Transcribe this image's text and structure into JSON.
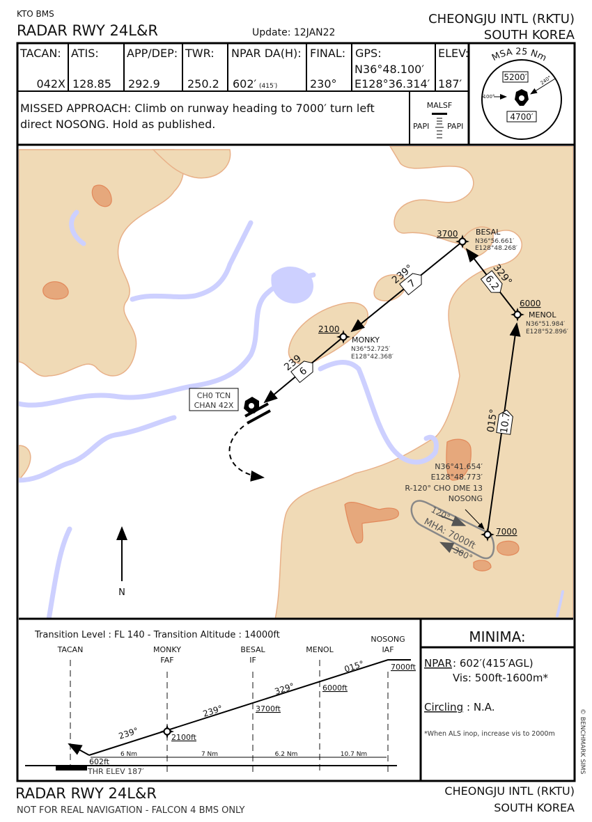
{
  "header": {
    "publisher": "KTO BMS",
    "procedure": "RADAR RWY 24L&R",
    "update": "Update: 12JAN22",
    "airport": "CHEONGJU INTL (RKTU)",
    "country": "SOUTH KOREA"
  },
  "info": [
    {
      "label": "TACAN:",
      "value": "042X"
    },
    {
      "label": "ATIS:",
      "value": "128.85"
    },
    {
      "label": "APP/DEP:",
      "value": "292.9"
    },
    {
      "label": "TWR:",
      "value": "250.2"
    },
    {
      "label": "NPAR DA(H):",
      "value": "602′",
      "sub": "(415′)"
    },
    {
      "label": "FINAL:",
      "value": "230°"
    },
    {
      "label": "GPS:",
      "value": "N36°48.100′",
      "value2": "E128°36.314′"
    },
    {
      "label": "ELEV:",
      "value": "187′"
    }
  ],
  "missed_approach": {
    "line1": "MISSED APPROACH: Climb on runway heading to 7000′ turn left",
    "line2": "direct NOSONG. Hold as published."
  },
  "lighting": {
    "approach": "MALSF",
    "left": "PAPI",
    "right": "PAPI"
  },
  "msa": {
    "title": "MSA 25 Nm",
    "north_alt": "5200′",
    "south_alt": "4700′",
    "bearing_left": "100°",
    "bearing_right": "240°"
  },
  "map": {
    "colors": {
      "terrain": "#f0dab6",
      "high_terrain": "#e6a87c",
      "water": "#cdd0ff"
    },
    "fixes": [
      {
        "name": "BESAL",
        "lat": "N36°56.661′",
        "lon": "E128°48.268′",
        "alt": "3700"
      },
      {
        "name": "MONKY",
        "lat": "N36°52.725′",
        "lon": "E128°42.368′",
        "alt": "2100"
      },
      {
        "name": "MENOL",
        "lat": "N36°51.984′",
        "lon": "E128°52.896′",
        "alt": "6000"
      },
      {
        "name": "NOSONG",
        "lat": "N36°41.654′",
        "lon": "E128°48.773′",
        "radial": "R-120° CHO DME 13",
        "alt": "7000"
      }
    ],
    "legs": [
      {
        "course": "239°",
        "dist": "7"
      },
      {
        "course": "239",
        "dist": "6"
      },
      {
        "course": "329°",
        "dist": "6.2"
      },
      {
        "course": "015°",
        "dist": "10.7"
      }
    ],
    "tacan": {
      "line1": "CH0 TCN",
      "line2": "CHAN 42X"
    },
    "holding": {
      "inbound": "120°",
      "outbound": "300°",
      "mha": "MHA: 7000ft"
    },
    "north": "N"
  },
  "profile": {
    "transition": "Transition Level : FL 140  -  Transition Altitude : 14000ft",
    "fixes": [
      {
        "name": "TACAN",
        "role": ""
      },
      {
        "name": "MONKY",
        "role": "FAF"
      },
      {
        "name": "BESAL",
        "role": "IF"
      },
      {
        "name": "MENOL",
        "role": ""
      },
      {
        "name": "NOSONG",
        "role": "IAF"
      }
    ],
    "altitudes": [
      "602ft",
      "2100ft",
      "3700ft",
      "6000ft",
      "7000ft"
    ],
    "courses": [
      "239°",
      "239°",
      "329°",
      "015°"
    ],
    "distances": [
      "6 Nm",
      "7 Nm",
      "6.2 Nm",
      "10.7 Nm"
    ],
    "thr_elev": "THR ELEV 187′"
  },
  "minima": {
    "title": "MINIMA:",
    "npar_label": "NPAR",
    "npar_value": ": 602′(415′AGL)",
    "vis": "Vis: 500ft-1600m*",
    "circling_label": "Circling",
    "circling_value": ": N.A.",
    "note": "*When ALS inop, increase vis to 2000m"
  },
  "copyright": "© BENCHMARK SIMS",
  "footer": {
    "procedure": "RADAR RWY 24L&R",
    "disclaimer": "NOT FOR REAL NAVIGATION - FALCON 4 BMS ONLY",
    "airport": "CHEONGJU INTL (RKTU)",
    "country": "SOUTH KOREA"
  }
}
